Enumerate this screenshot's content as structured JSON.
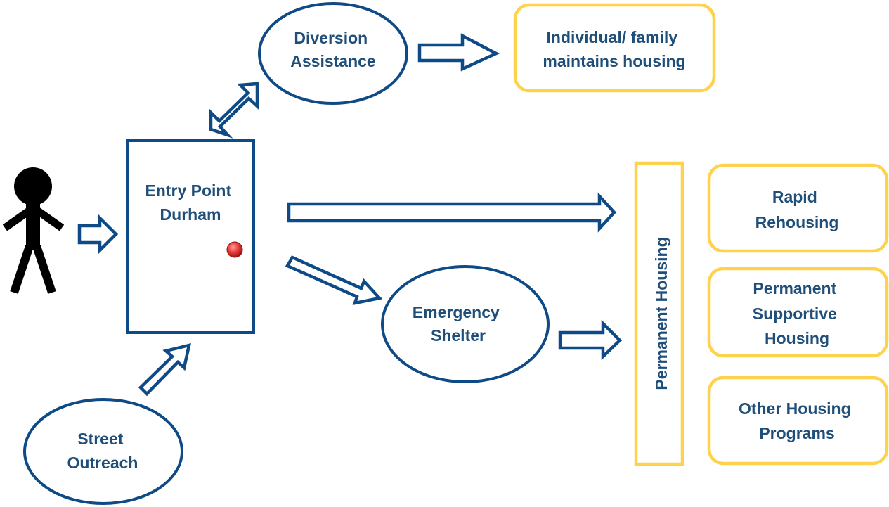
{
  "nodes": {
    "diversion": [
      "Diversion",
      "Assistance"
    ],
    "maintains": [
      "Individual/ family",
      "maintains housing"
    ],
    "entry": [
      "Entry Point",
      "Durham"
    ],
    "shelter": [
      "Emergency",
      "Shelter"
    ],
    "outreach": [
      "Street",
      "Outreach"
    ],
    "permanent_housing": "Permanent Housing",
    "rapid": [
      "Rapid",
      "Rehousing"
    ],
    "psh": [
      "Permanent",
      "Supportive",
      "Housing"
    ],
    "other": [
      "Other Housing",
      "Programs"
    ]
  },
  "colors": {
    "blue_outline": "#0e4a86",
    "label_text": "#1f4e79",
    "gold_outline": "#ffd24d",
    "door_knob": "#e53935"
  }
}
